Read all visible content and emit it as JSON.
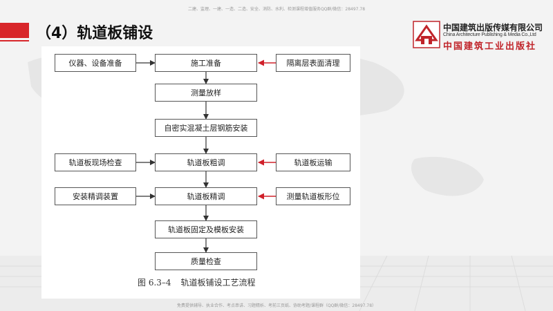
{
  "header": {
    "top_note": "二建、监理、一建、一造、二造、安全、消防、水利、检测课程增值服务QQ群/微信：28497.78",
    "title": "（4）轨道板铺设",
    "company_cn": "中国建筑出版传媒有限公司",
    "company_en": "China Architecture Publishing & Media Co.,Ltd",
    "company_cn2": "中国建筑工业出版社"
  },
  "flowchart": {
    "main_steps": [
      "施工准备",
      "测量放样",
      "自密实混凝土层钢筋安装",
      "轨道板粗调",
      "轨道板精调",
      "轨道板固定及模板安装",
      "质量检查"
    ],
    "left_inputs": [
      "仪器、设备准备",
      "轨道板现场检查",
      "安装精调装置"
    ],
    "right_inputs": [
      "隔离层表面清理",
      "轨道板运输",
      "测量轨道板形位"
    ],
    "caption_number": "图 6.3–4",
    "caption_text": "轨道板铺设工艺流程"
  },
  "footer": {
    "bottom_note": "免费提供辅导、执业合作、考点串讲、习题精析、考前三页纸、协助考题/课程群（QQ群/微信：28497.78）"
  },
  "colors": {
    "accent_red": "#d8262a",
    "right_arrow_red": "#d0202a",
    "box_border": "#555555"
  }
}
